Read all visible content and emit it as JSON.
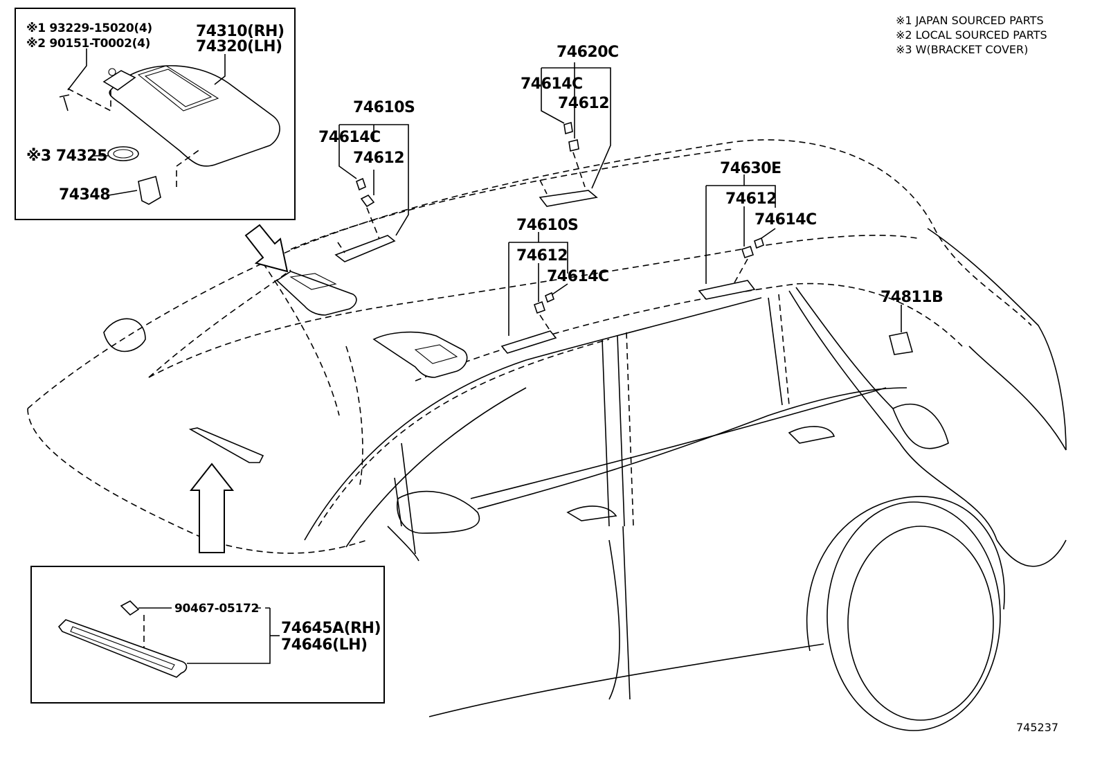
{
  "legend": {
    "note1": "※1 JAPAN SOURCED PARTS",
    "note2": "※2 LOCAL SOURCED PARTS",
    "note3": "※3 W(BRACKET COVER)"
  },
  "inset_visor": {
    "screw_jp": "※1 93229-15020(4)",
    "screw_local": "※2 90151-T0002(4)",
    "visor_rh": "74310(RH)",
    "visor_lh": "74320(LH)",
    "cover": "※3 74325",
    "holder": "74348"
  },
  "inset_grip": {
    "clip": "90467-05172",
    "grip_rh": "74645A(RH)",
    "grip_lh": "74646(LH)"
  },
  "callouts": {
    "front_handle_assy": "74610S",
    "front_handle_cover": "74614C",
    "front_handle_clip": "74612",
    "center_handle_assy": "74620C",
    "center_handle_cover": "74614C",
    "center_handle_clip": "74612",
    "middle_handle_assy": "74610S",
    "middle_handle_clip": "74612",
    "middle_handle_cover": "74614C",
    "rear_handle_assy": "74630E",
    "rear_handle_clip": "74612",
    "rear_handle_cover": "74614C",
    "hook": "74811B"
  },
  "figure_number": "745237"
}
